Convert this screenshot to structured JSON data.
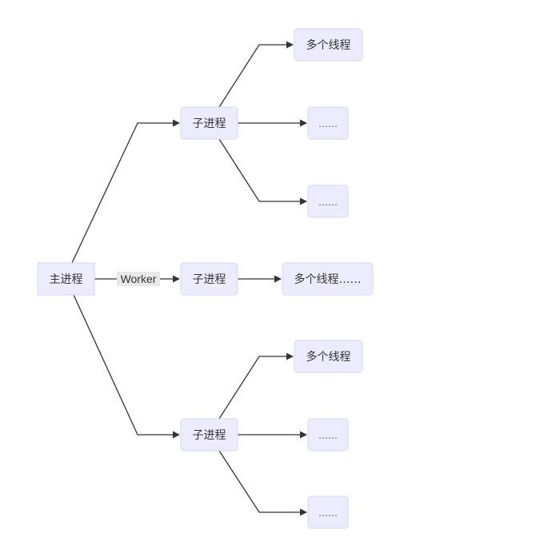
{
  "nodes": {
    "main": "主进程",
    "child_top": "子进程",
    "child_mid": "子进程",
    "child_bot": "子进程",
    "top_threads": "多个线程",
    "top_dots_1": "……",
    "top_dots_2": "……",
    "mid_threads": "多个线程……",
    "bot_threads": "多个线程",
    "bot_dots_1": "……",
    "bot_dots_2": "……"
  },
  "edge_labels": {
    "worker": "Worker"
  },
  "colors": {
    "node_fill": "#ececff",
    "node_stroke": "#d8d6f2",
    "edge": "#333333",
    "label_bg": "#e8e8e8"
  }
}
